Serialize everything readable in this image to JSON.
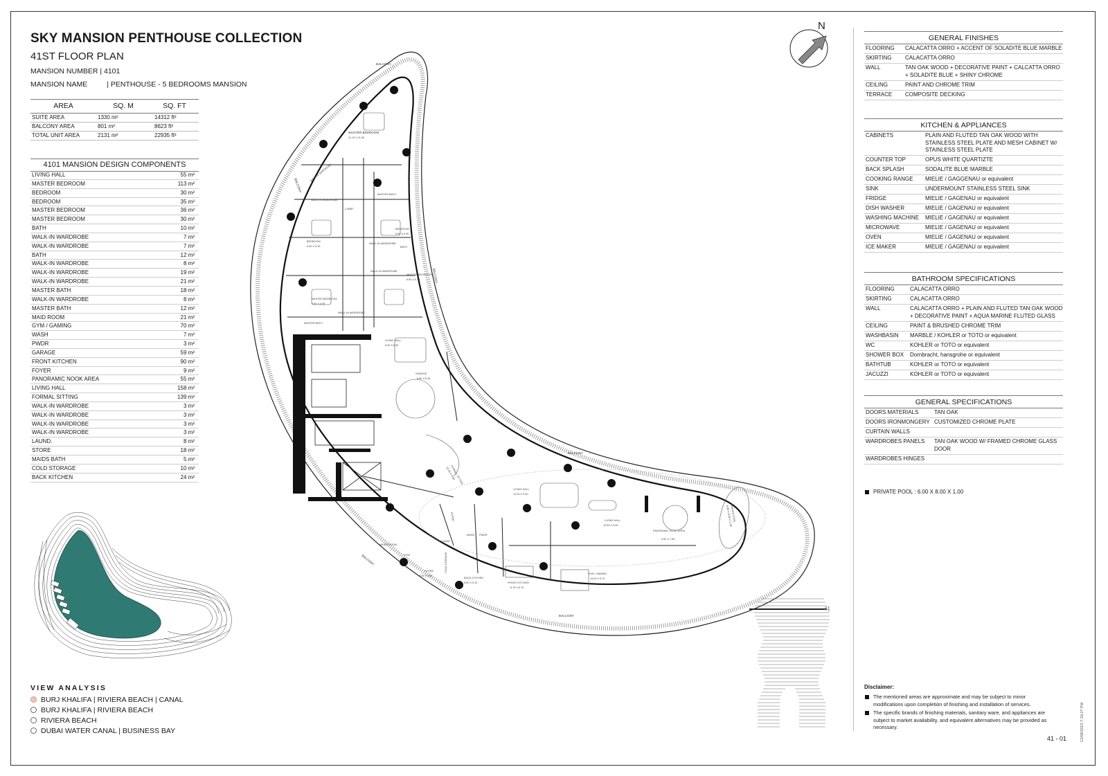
{
  "header": {
    "title": "SKY MANSION PENTHOUSE COLLECTION",
    "subtitle": "41ST FLOOR PLAN",
    "mansion_number": "MANSION NUMBER | 4101",
    "mansion_name_label": "MANSION NAME",
    "mansion_name_value": "| PENTHOUSE - 5 BEDROOMS MANSION"
  },
  "area_table": {
    "headers": [
      "AREA",
      "SQ. M",
      "SQ. FT"
    ],
    "rows": [
      {
        "name": "SUITE AREA",
        "sqm": "1330 m²",
        "sqft": "14312 ft²"
      },
      {
        "name": "BALCONY AREA",
        "sqm": "801 m²",
        "sqft": "8623 ft²"
      },
      {
        "name": "TOTAL UNIT AREA",
        "sqm": "2131 m²",
        "sqft": "22935 ft²"
      }
    ]
  },
  "components": {
    "title": "4101 MANSION DESIGN COMPONENTS",
    "items": [
      {
        "name": "LIVING HALL",
        "area": "55 m²"
      },
      {
        "name": "MASTER BEDROOM",
        "area": "113 m²"
      },
      {
        "name": "BEDROOM",
        "area": "30 m²"
      },
      {
        "name": "BEDROOM",
        "area": "35 m²"
      },
      {
        "name": "MASTER BEDROOM",
        "area": "36 m²"
      },
      {
        "name": "MASTER BEDROOM",
        "area": "30 m²"
      },
      {
        "name": "BATH",
        "area": "10 m²"
      },
      {
        "name": "WALK-IN WARDROBE",
        "area": "7 m²"
      },
      {
        "name": "WALK-IN WARDROBE",
        "area": "7 m²"
      },
      {
        "name": "BATH",
        "area": "12 m²"
      },
      {
        "name": "WALK-IN WARDROBE",
        "area": "8 m²"
      },
      {
        "name": "WALK-IN WARDROBE",
        "area": "19 m²"
      },
      {
        "name": "WALK-IN WARDROBE",
        "area": "21 m²"
      },
      {
        "name": "MASTER BATH",
        "area": "18 m²"
      },
      {
        "name": "WALK-IN WARDROBE",
        "area": "8 m²"
      },
      {
        "name": "MASTER BATH",
        "area": "12 m²"
      },
      {
        "name": "MAID ROOM",
        "area": "21 m²"
      },
      {
        "name": "GYM / GAMING",
        "area": "70 m²"
      },
      {
        "name": "WASH",
        "area": "7 m²"
      },
      {
        "name": "PWDR",
        "area": "3 m²"
      },
      {
        "name": "GARAGE",
        "area": "59 m²"
      },
      {
        "name": "FRONT KITCHEN",
        "area": "90 m²"
      },
      {
        "name": "FOYER",
        "area": "9 m²"
      },
      {
        "name": "PANORAMIC NOOK AREA",
        "area": "55 m²"
      },
      {
        "name": "LIVING HALL",
        "area": "158 m²"
      },
      {
        "name": "FORMAL SITTING",
        "area": "139 m²"
      },
      {
        "name": "WALK-IN WARDROBE",
        "area": "3 m²"
      },
      {
        "name": "WALK-IN WARDROBE",
        "area": "3 m²"
      },
      {
        "name": "WALK-IN WARDROBE",
        "area": "3 m²"
      },
      {
        "name": "WALK-IN WARDROBE",
        "area": "3 m²"
      },
      {
        "name": "LAUND.",
        "area": "8 m²"
      },
      {
        "name": "STORE",
        "area": "18 m²"
      },
      {
        "name": "MAIDS BATH",
        "area": "5 m²"
      },
      {
        "name": "COLD STORAGE",
        "area": "10 m²"
      },
      {
        "name": "BACK KITCHEN",
        "area": "24 m²"
      }
    ]
  },
  "view_analysis": {
    "title": "VIEW ANALYSIS",
    "options": [
      {
        "label": "BURJ KHALIFA | RIVIERA BEACH | CANAL",
        "selected": true
      },
      {
        "label": "BURJ KHALIFA | RIVIERA BEACH",
        "selected": false
      },
      {
        "label": "RIVIERA BEACH",
        "selected": false
      },
      {
        "label": "DUBAI WATER CANAL | BUSINESS BAY",
        "selected": false
      }
    ]
  },
  "plan": {
    "compass_label": "N",
    "labels": {
      "balcony_top": "BALCONY",
      "balcony_left": "BALCONY",
      "balcony_right": "BALCONY",
      "balcony_mid": "BALCONY",
      "balcony_bottom": "BALCONY",
      "balcony_lower_left": "BALCONY",
      "master_bedroom_1": "MASTER BEDROOM",
      "master_bedroom_1_dim": "11.10 X 11.50",
      "walkin_1": "WALK-IN WARDROBE",
      "walkin_2": "WALK-IN WARDROBE",
      "master_bath_1": "MASTER BATH",
      "lobby": "LOBBY",
      "bedroom_1": "BEDROOM",
      "bedroom_1_dim": "6.50 X 5.30",
      "bedroom_2": "BEDROOM",
      "bedroom_2_dim": "5.90 X 6.30",
      "walkin_3": "WALK-IN WARDROBE",
      "walkin_4": "WALK-IN WARDROBE",
      "bath_1": "BATH",
      "master_bedroom_2": "MASTER BEDROOM",
      "master_bedroom_2_dim": "7.50 X 4.90",
      "master_bedroom_3": "MASTER BEDROOM",
      "master_bedroom_3_dim": "6.80 X 5.10",
      "master_bath_2": "MASTER BATH",
      "walkin_5": "WALK-IN WARDROBE",
      "living_hall_1": "LIVING HALL",
      "living_hall_1_dim": "8.30 X 6.50",
      "garage": "GARAGE",
      "garage_dim": "8.50 X 6.30",
      "formal_sitting": "FORMAL SITTING",
      "formal_sitting_dim": "10.50 X 9.80",
      "living_hall_2": "LIVING HALL",
      "living_hall_2_dim": "12.00 X 9.30",
      "living_hall_3": "LIVING HALL",
      "living_hall_3_dim": "10.50 X 9.00",
      "panoramic_nook": "PANORAMIC NOOK AREA",
      "panoramic_nook_dim": "6.50 X 7.80",
      "private_pool": "PRIVATE POOL",
      "private_pool_dim": "6.00 X 8.00 X 1.00",
      "gym": "GYM / GAMING",
      "gym_dim": "14.00 X 6.70",
      "front_kitchen": "FRONT KITCHEN",
      "front_kitchen_dim": "6.75 X 6.70",
      "back_kitchen": "BACK KITCHEN",
      "back_kitchen_dim": "5.00 X 5.10",
      "store": "STORE",
      "store_dim": "3.05 X 4.60",
      "maid_room": "MAIDS ROOM",
      "laund": "LAUND.",
      "foyer": "FOYER",
      "wash": "WASH",
      "pwdr": "PWDR",
      "cold_storage": "COLD STORAGE",
      "gym_alt": "GYM"
    },
    "elevation_floor": "41"
  },
  "general_finishes": {
    "title": "GENERAL FINISHES",
    "rows": [
      {
        "k": "FLOORING",
        "v": "CALACATTA ORRO + ACCENT OF SOLADITE BLUE MARBLE"
      },
      {
        "k": "SKIRTING",
        "v": "CALACATTA ORRO"
      },
      {
        "k": "WALL",
        "v": "TAN OAK WOOD + DECORATIVE PAINT + CALCATTA ORRO + SOLADITE BLUE + SHINY CHROME"
      },
      {
        "k": "CEILING",
        "v": "PAINT AND CHROME TRIM"
      },
      {
        "k": "TERRACE",
        "v": "COMPOSITE DECKING"
      }
    ]
  },
  "kitchen": {
    "title": "KITCHEN & APPLIANCES",
    "rows": [
      {
        "k": "CABINETS",
        "v": "PLAIN AND FLUTED TAN OAK WOOD WITH STAINLESS STEEL PLATE AND MESH CABINET W/ STAINLESS STEEL PLATE"
      },
      {
        "k": "COUNTER TOP",
        "v": "OPUS WHITE QUARTIZTE"
      },
      {
        "k": "BACK SPLASH",
        "v": "SODALITE BLUE MARBLE"
      },
      {
        "k": "COOKING RANGE",
        "v": "MIELIE / GAGGENAU or equivalent"
      },
      {
        "k": "SINK",
        "v": "UNDERMOUNT STAINLESS STEEL SINK"
      },
      {
        "k": "FRIDGE",
        "v": "MIELIE / GAGENAU or equivalent"
      },
      {
        "k": "DISH WASHER",
        "v": "MIELIE / GAGENAU or equivalent"
      },
      {
        "k": "WASHING MACHINE",
        "v": "MIELIE / GAGENAU or equivalent"
      },
      {
        "k": "MICROWAVE",
        "v": "MIELIE / GAGENAU or equivalent"
      },
      {
        "k": "OVEN",
        "v": "MIELIE / GAGENAU or equivalent"
      },
      {
        "k": "ICE MAKER",
        "v": "MIELIE / GAGENAU or equivalent"
      }
    ]
  },
  "bathroom": {
    "title": "BATHROOM SPECIFICATIONS",
    "rows": [
      {
        "k": "FLOORING",
        "v": "CALACATTA ORRO"
      },
      {
        "k": "SKIRTING",
        "v": "CALACATTA ORRO"
      },
      {
        "k": "WALL",
        "v": "CALACATTA ORRO + PLAIN AND FLUTED TAN OAK WOOD + DECORATIVE PAINT + AQUA MARINE FLUTED GLASS"
      },
      {
        "k": "CEILING",
        "v": "PAINT & BRUSHED CHROME TRIM"
      },
      {
        "k": "WASHBASIN",
        "v": "MARBLE / KOHLER or TOTO or equivalent"
      },
      {
        "k": "WC",
        "v": "KOHLER or TOTO or equivalent"
      },
      {
        "k": "SHOWER BOX",
        "v": "Dornbracht, hansgrohe or equivalent"
      },
      {
        "k": "BATHTUB",
        "v": "KOHLER or TOTO or equivalent"
      },
      {
        "k": "JACUZZI",
        "v": "KOHLER or TOTO or equivalent"
      }
    ]
  },
  "general_specs": {
    "title": "GENERAL SPECIFICATIONS",
    "rows": [
      {
        "k": "DOORS MATERIALS",
        "v": "TAN OAK"
      },
      {
        "k": "DOORS IRONMONGERY",
        "v": "CUSTOMIZED CHROME PLATE"
      },
      {
        "k": "CURTAIN WALLS",
        "v": ""
      },
      {
        "k": "WARDROBES PANELS",
        "v": "TAN OAK WOOD W/ FRAMED CHROME GLASS DOOR"
      },
      {
        "k": "WARDROBES HINGES",
        "v": ""
      }
    ]
  },
  "pool_note": "PRIVATE POOL :  6.00 X 8.00 X 1.00",
  "disclaimer": {
    "title": "Disclaimer:",
    "items": [
      "The mentioned areas are approximate and may be subject to minor modifications  upon completion of finishing and installation of services.",
      "The specific brands of finishing materials, sanitary ware, and appliances are subject to market availability, and equivalent alternatives may be provided as necessary."
    ]
  },
  "sheet_number": "41 - 01",
  "print_stamp": "13/08/2023 7:18:27 PM",
  "colors": {
    "pool_teal": "#2f7a73",
    "walls": "#111111",
    "selected_radio": "#f2c6b4"
  }
}
